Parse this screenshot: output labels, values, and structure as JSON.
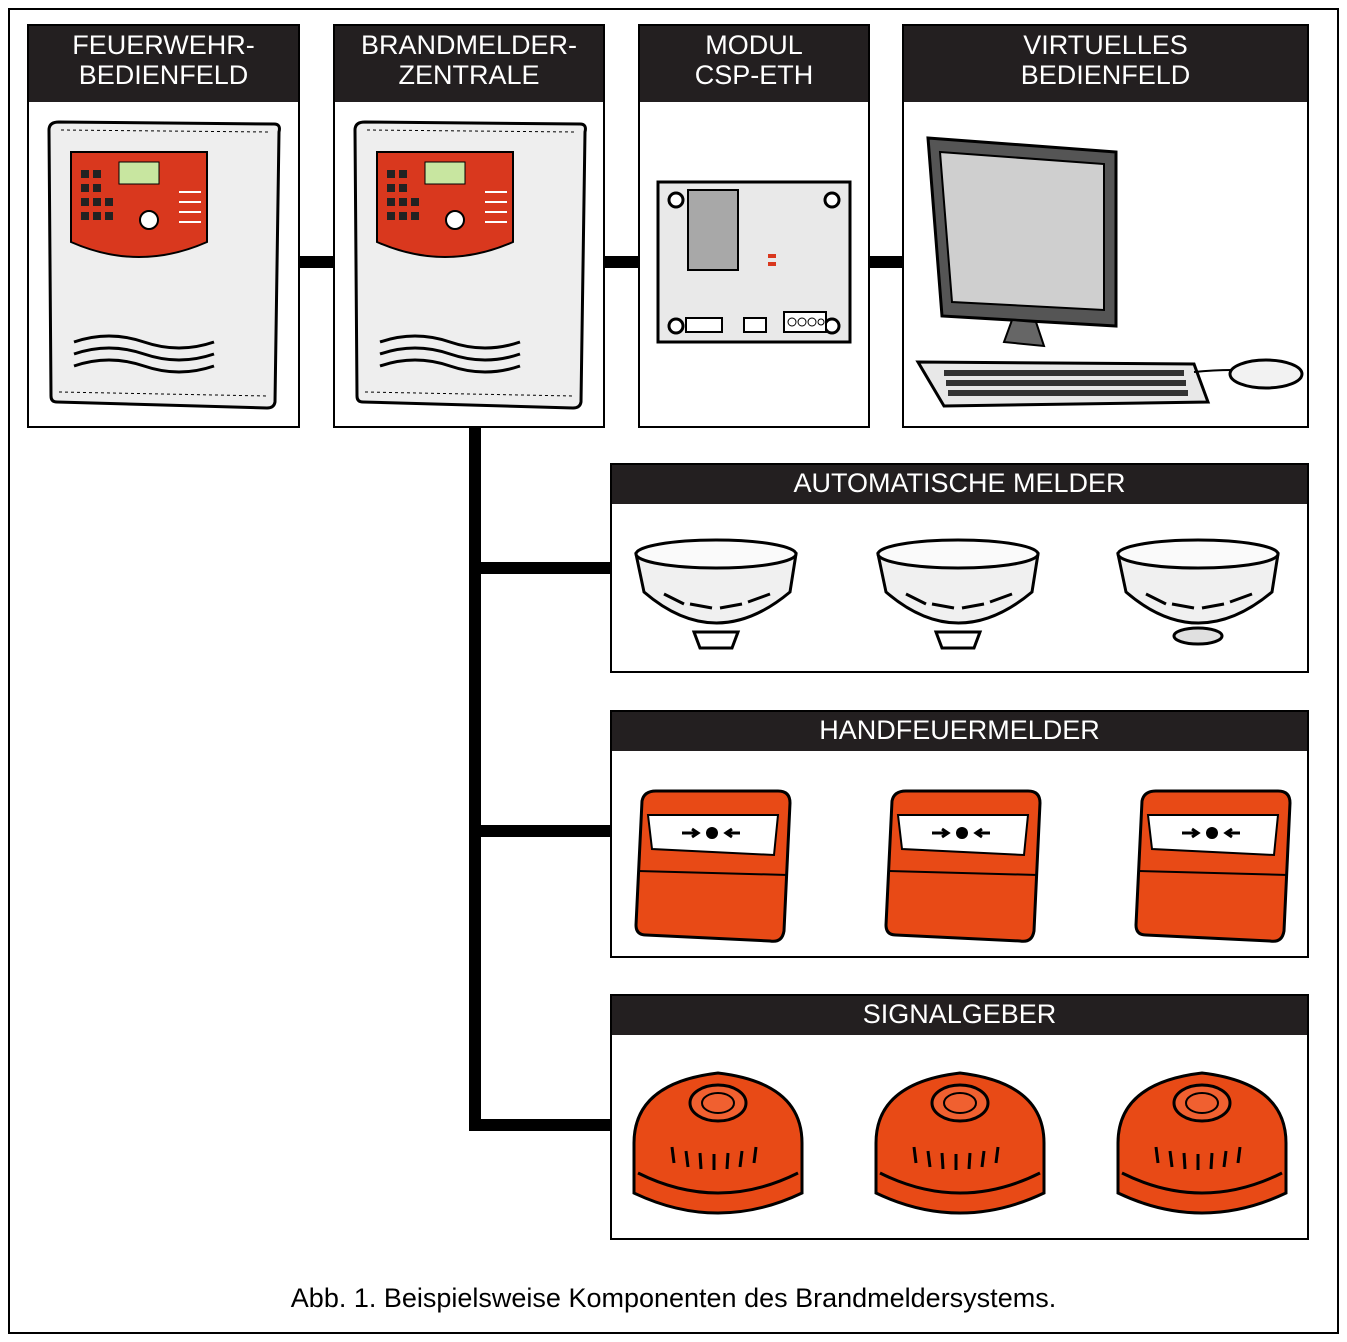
{
  "components": {
    "fire_panel": {
      "line1": "FEUERWEHR-",
      "line2": "BEDIENFELD"
    },
    "control_panel": {
      "line1": "BRANDMELDER-",
      "line2": "ZENTRALE"
    },
    "module": {
      "line1": "MODUL",
      "line2": "CSP-ETH"
    },
    "virtual_panel": {
      "line1": "VIRTUELLES",
      "line2": "BEDIENFELD"
    }
  },
  "groups": {
    "automatic_detectors": {
      "title": "AUTOMATISCHE MELDER"
    },
    "manual_call_points": {
      "title": "HANDFEUERMELDER"
    },
    "sounders": {
      "title": "SIGNALGEBER"
    }
  },
  "caption": "Abb. 1. Beispielsweise Komponenten des Brandmeldersystems.",
  "colors": {
    "frame": "#000000",
    "header": "#231f20",
    "device_red": "#e84a16",
    "panel_red": "#d9381e"
  }
}
